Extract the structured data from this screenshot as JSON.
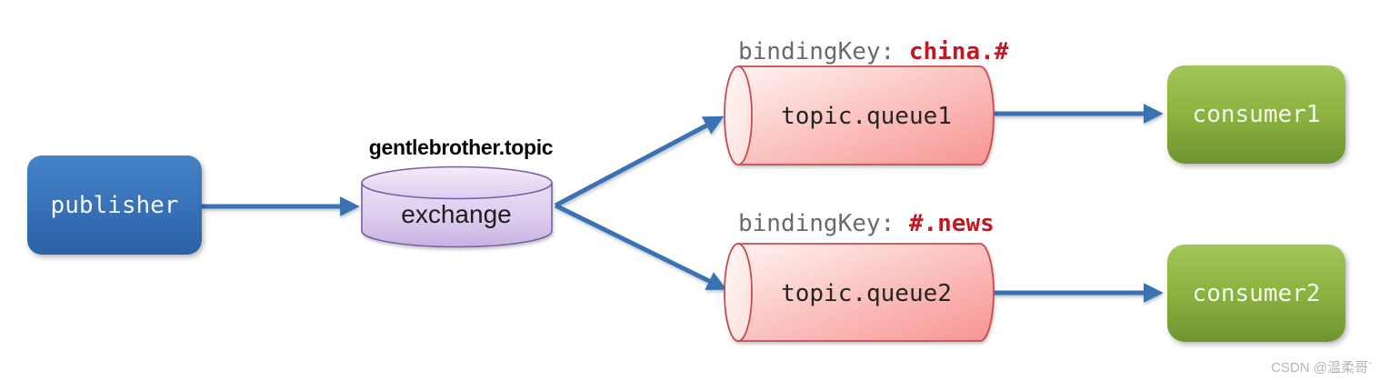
{
  "diagram": {
    "publisher": {
      "label": "publisher"
    },
    "exchange": {
      "title": "gentlebrother.topic",
      "label": "exchange"
    },
    "queue1": {
      "label": "topic.queue1",
      "binding_prefix": "bindingKey: ",
      "binding_key": "china.#"
    },
    "queue2": {
      "label": "topic.queue2",
      "binding_prefix": "bindingKey: ",
      "binding_key": "#.news"
    },
    "consumer1": {
      "label": "consumer1"
    },
    "consumer2": {
      "label": "consumer2"
    },
    "watermark": "CSDN @温柔哥`",
    "colors": {
      "publisher_blue": "#3973b9",
      "exchange_fill": "#d9c8ec",
      "exchange_border": "#7a5fa5",
      "queue_fill": "#f9a5a3",
      "queue_border": "#c94c4c",
      "consumer_green": "#8cb23f",
      "arrow_blue": "#3a72b4",
      "binding_label_gray": "#6a6a6a",
      "binding_key_red": "#c41722"
    }
  }
}
